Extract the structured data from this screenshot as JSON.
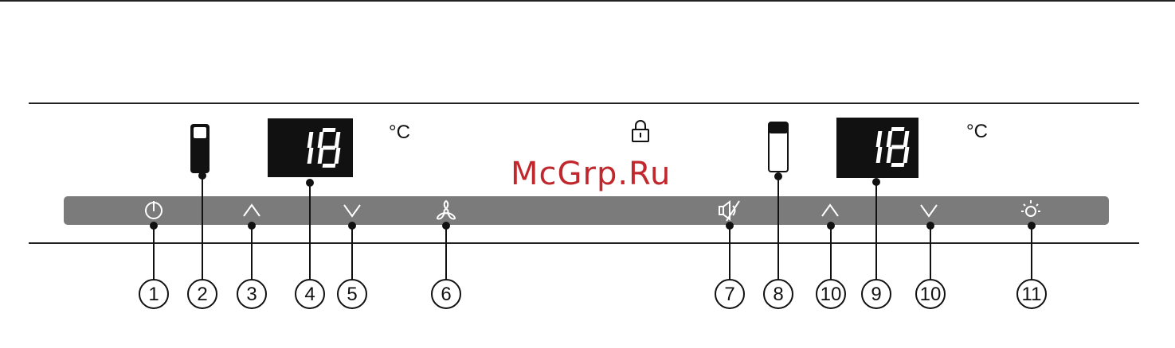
{
  "displays": {
    "left": {
      "reading": "18",
      "unit": "°C"
    },
    "right": {
      "reading": "18",
      "unit": "°C"
    }
  },
  "watermark": "McGrp.Ru",
  "callouts": [
    "1",
    "2",
    "3",
    "4",
    "5",
    "6",
    "7",
    "8",
    "10",
    "9",
    "10",
    "11"
  ],
  "icons": {
    "power": "power-icon",
    "up": "chevron-up-icon",
    "down": "chevron-down-icon",
    "fan": "fan-icon",
    "mute": "mute-icon",
    "lock": "lock-icon",
    "light": "light-icon",
    "gauge": "temperature-bar-icon"
  },
  "colors": {
    "panel": "#7c7b7b",
    "display": "#111111",
    "digit": "#ffffff",
    "watermark": "#c0282d"
  }
}
